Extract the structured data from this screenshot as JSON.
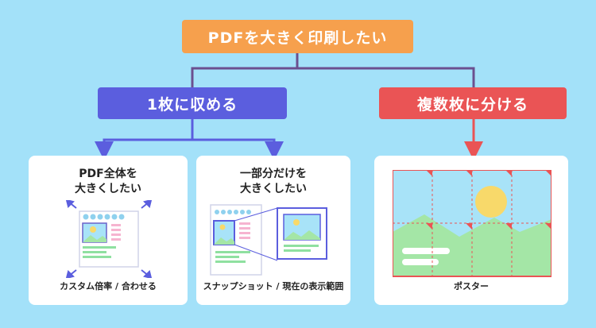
{
  "top": {
    "label": "PDFを大きく印刷したい"
  },
  "branches": {
    "left": {
      "label": "1枚に収める"
    },
    "right": {
      "label": "複数枚に分ける"
    }
  },
  "cards": [
    {
      "title_line1": "PDF全体を",
      "title_line2": "大きくしたい",
      "caption": "カスタム倍率 / 合わせる"
    },
    {
      "title_line1": "一部分だけを",
      "title_line2": "大きくしたい",
      "caption": "スナップショット / 現在の表示範囲"
    },
    {
      "title_line1": "",
      "title_line2": "",
      "caption": "ポスター"
    }
  ],
  "colors": {
    "background": "#a3e1f9",
    "top": "#f6a04d",
    "left_branch": "#5b5ede",
    "right_branch": "#ea5455",
    "connector_top": "#6b4f8f"
  }
}
